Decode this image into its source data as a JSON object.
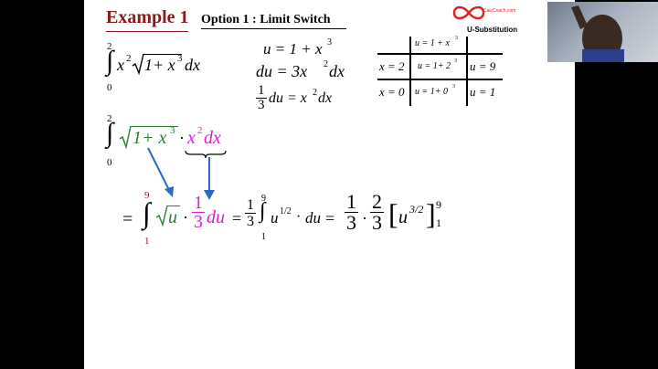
{
  "slide": {
    "title": "Example 1",
    "option": "Option 1",
    "option_colon": ":",
    "option_name": "Limit Switch",
    "brand": "CalcCoach.com",
    "brand_sub": "U-Substitution",
    "page_num": "​"
  },
  "integral1": {
    "upper": "2",
    "lower": "0",
    "sign": "∫",
    "body_a": "x",
    "body_a_exp": "2",
    "root": "1+ x",
    "root_exp": "3",
    "dx": "dx"
  },
  "subst": {
    "line1": "u = 1 + x",
    "line1_exp": "3",
    "line2a": "du = 3x",
    "line2_exp": "2",
    "line2b": "dx",
    "frac_num": "1",
    "frac_den": "3",
    "line3a": "du = x",
    "line3_exp": "2",
    "line3b": "dx"
  },
  "table": {
    "header": "u = 1 + x",
    "header_exp": "3",
    "r1_left": "x = 2",
    "r1_mid": "u = 1+ 2",
    "r1_mid_exp": "3",
    "r1_right": "u = 9",
    "r2_left": "x = 0",
    "r2_mid": "u = 1+ 0",
    "r2_mid_exp": "3",
    "r2_right": "u = 1"
  },
  "integral2": {
    "upper": "2",
    "lower": "0",
    "sign": "∫",
    "root": "1+ x",
    "root_exp": "3",
    "dot": "·",
    "mag_a": "x",
    "mag_exp": "2",
    "mag_b": "dx"
  },
  "result": {
    "eq": "=",
    "upper": "9",
    "lower": "1",
    "sign": "∫",
    "root_u": "u",
    "dot": "·",
    "mag_num": "1",
    "mag_den": "3",
    "du": "du",
    "eq2": "=",
    "f1_num": "1",
    "f1_den": "3",
    "upper2": "9",
    "lower2": "1",
    "sign2": "∫",
    "u": "u",
    "u_exp": "1/2",
    "dot2": "·",
    "du2": "du",
    "eq3": "=",
    "f2_num": "1",
    "f2_den": "3",
    "dot3": "·",
    "f3_num": "2",
    "f3_den": "3",
    "bracket_u": "u",
    "bracket_exp": "3/2",
    "eval_upper": "9",
    "eval_lower": "1"
  },
  "colors": {
    "title": "#8b1a1a",
    "green": "#2e7d32",
    "magenta": "#d61fd0",
    "arrow": "#2a6ac0",
    "logo": "#d9261c"
  }
}
